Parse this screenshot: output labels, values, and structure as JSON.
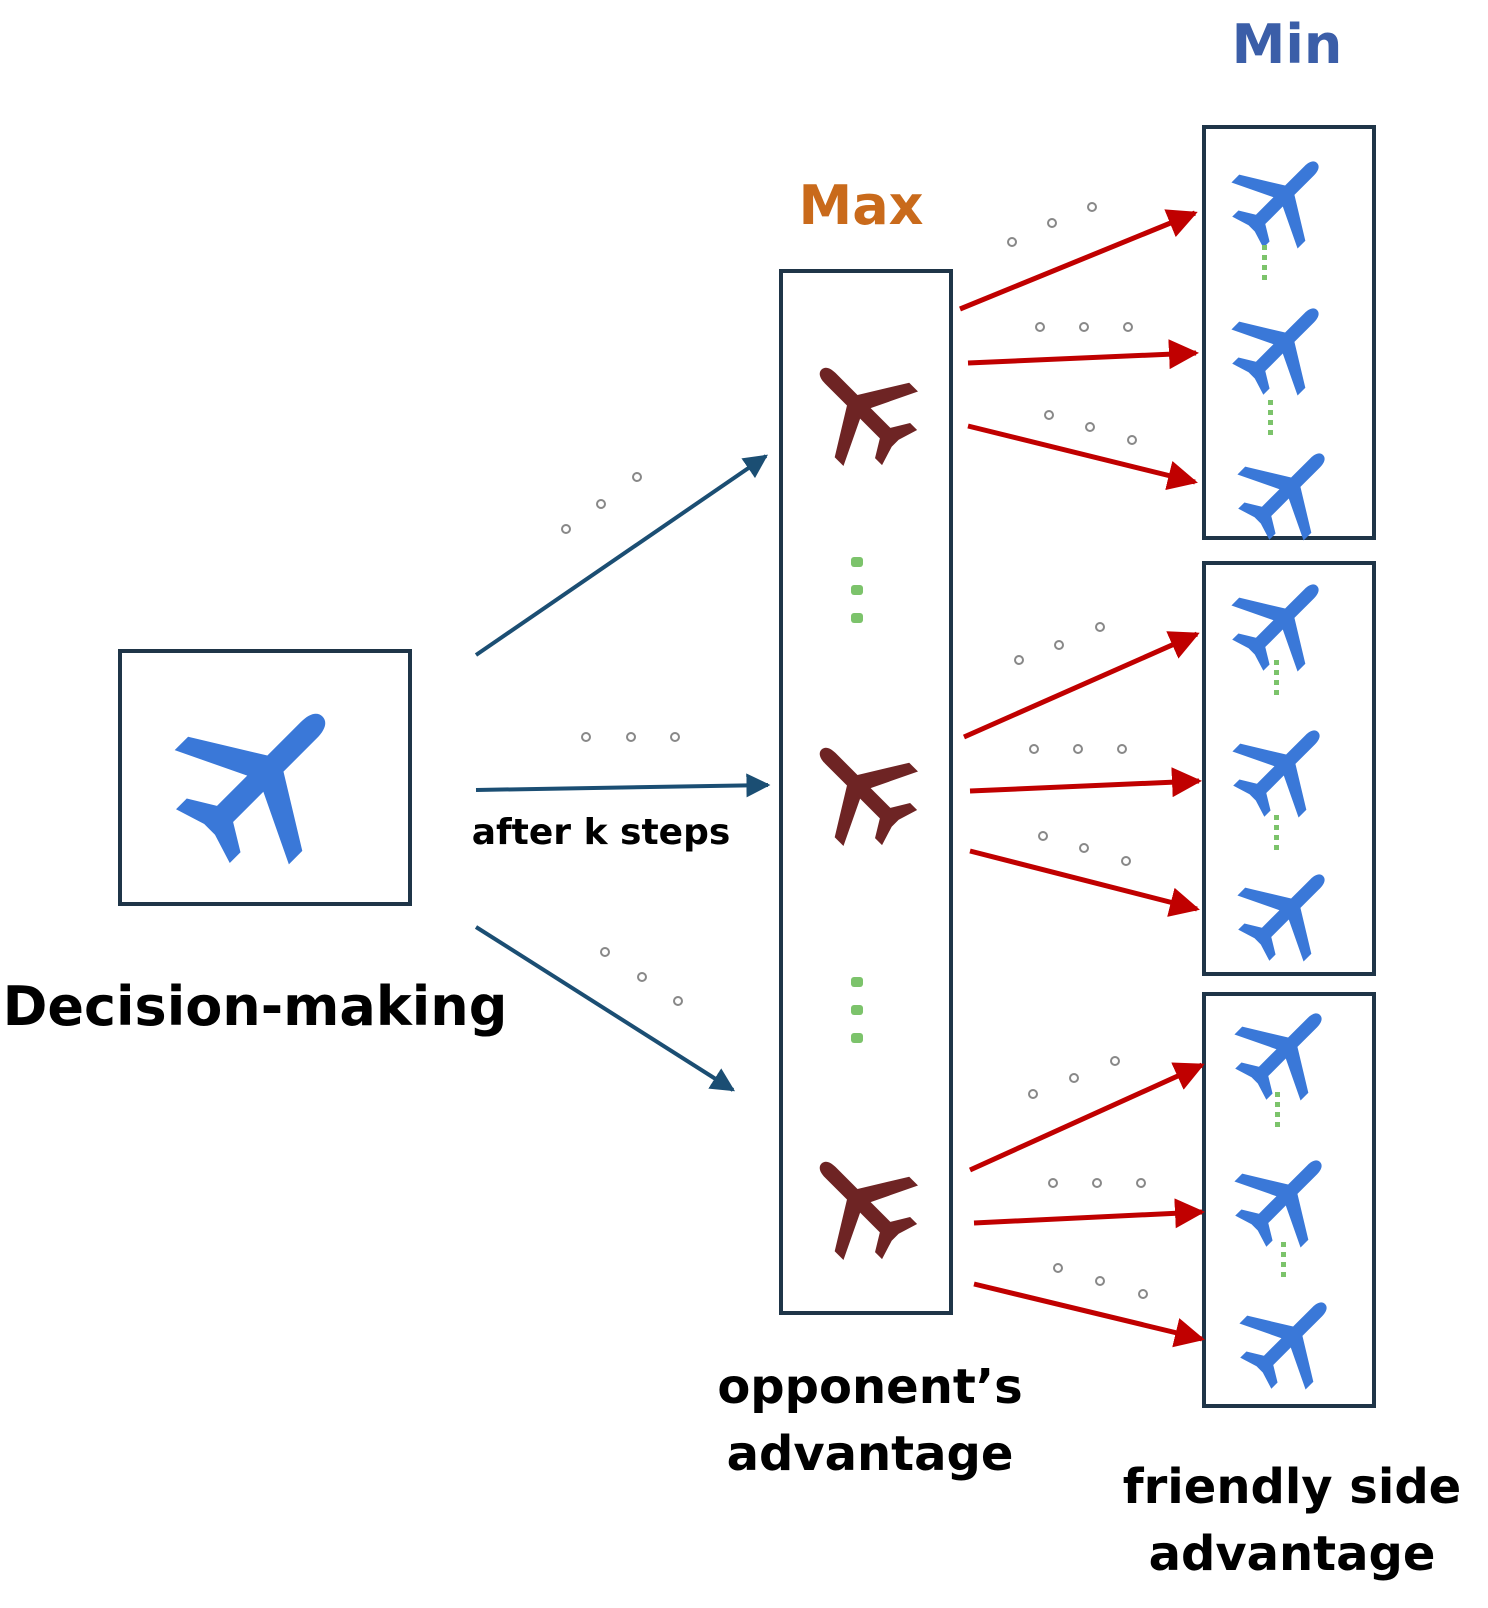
{
  "labels": {
    "decision_making": "Decision-making",
    "after_k_steps": "after k steps",
    "max": "Max",
    "min": "Min",
    "opponent_line1": "opponent’s",
    "opponent_line2": "advantage",
    "friendly_line1": "friendly side",
    "friendly_line2": "advantage"
  },
  "colors": {
    "box_border": "#1f3548",
    "teal_arrow": "#1b4e73",
    "red_arrow": "#c00000",
    "max_label": "#c96a1b",
    "min_label": "#3b5ea8",
    "friendly_plane": "#3a78d8",
    "opponent_plane": "#6e2424",
    "green_dots": "#7cc36b",
    "gray_dots": "#888888"
  },
  "icons": {
    "decision_plane": "airplane-icon",
    "opponent_plane": "airplane-icon",
    "friendly_plane": "airplane-icon",
    "vertical_ellipsis": "ellipsis-icon"
  }
}
